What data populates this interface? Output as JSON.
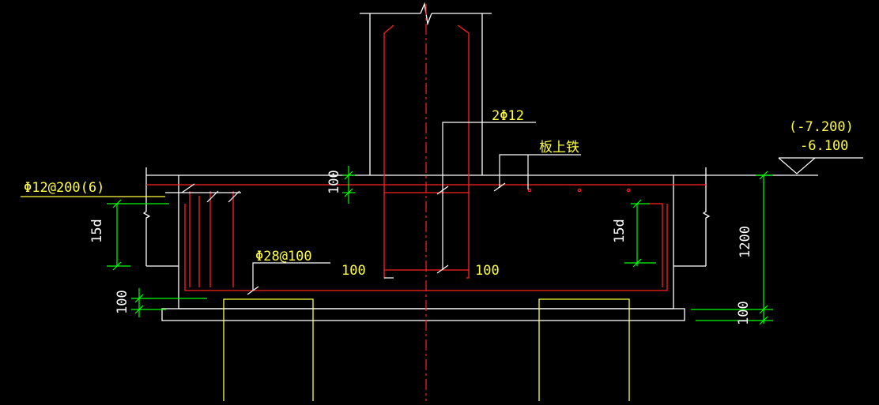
{
  "drawing": {
    "labels": {
      "column_bars": "2Φ12",
      "slab_top_bars": "板上铁",
      "elevation_alt": "(-7.200)",
      "elevation": "-6.100",
      "stirrups": "Φ12@200(6)",
      "left_bars": "Φ28@100",
      "anchor_left": "15d",
      "anchor_right": "15d",
      "cover_top": "100",
      "cover_bottom_left": "100",
      "cover_bottom_right": "100",
      "offset_left": "100",
      "offset_right": "100",
      "height": "1200"
    },
    "colors": {
      "background": "#000000",
      "outline": "#ffffff",
      "rebar": "#ff2020",
      "dimension": "#00ff00",
      "pile": "#ffff40",
      "text": "#ffff40"
    }
  }
}
